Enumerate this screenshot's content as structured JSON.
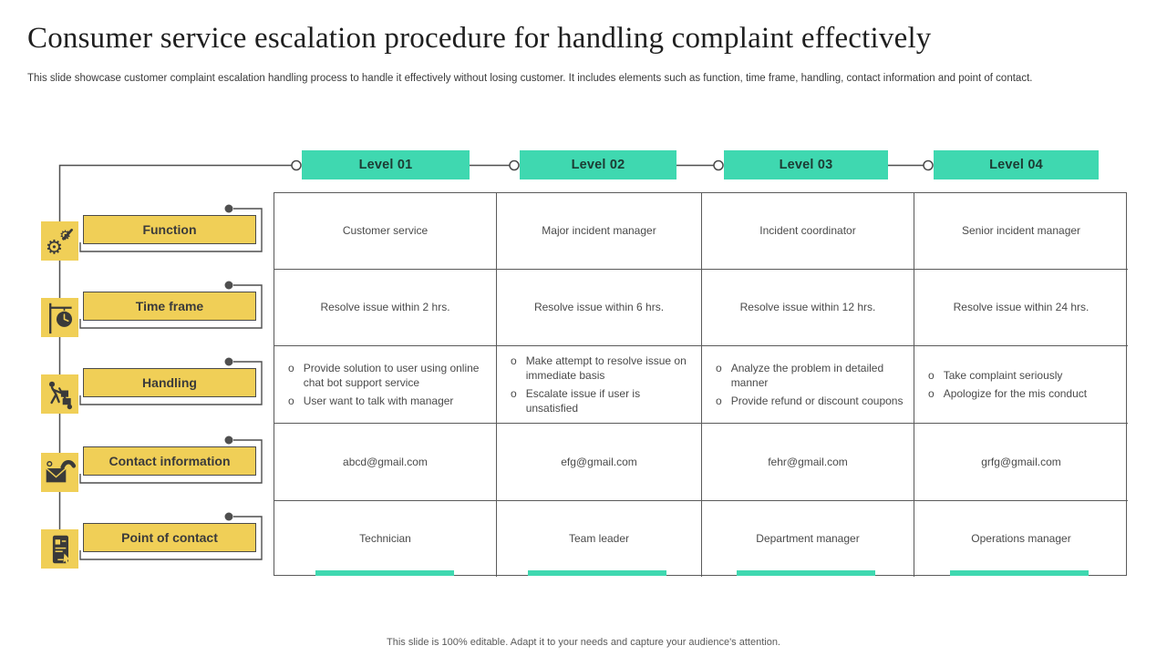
{
  "slide": {
    "title": "Consumer service escalation procedure for handling complaint effectively",
    "subtitle": "This slide showcase customer complaint escalation handling process to handle it effectively  without losing customer. It includes elements such as function, time frame, handling, contact information and point of contact.",
    "footer": "This slide is 100% editable. Adapt it to your needs and capture your audience's attention."
  },
  "colors": {
    "teal_accent": "#3FD8B0",
    "yellow_accent": "#F0CF57",
    "connector_line": "#4f4f4f",
    "table_border": "#5a5a5a",
    "cell_text": "#4a4a4a",
    "level_text": "#1c3b33"
  },
  "levels": [
    {
      "label": "Level 01"
    },
    {
      "label": "Level 02"
    },
    {
      "label": "Level 03"
    },
    {
      "label": "Level 04"
    }
  ],
  "row_labels": [
    {
      "label": "Function",
      "icon": "gears-icon"
    },
    {
      "label": "Time frame",
      "icon": "hanging-clock-icon"
    },
    {
      "label": "Handling",
      "icon": "hand-truck-icon"
    },
    {
      "label": "Contact information",
      "icon": "mail-phone-icon"
    },
    {
      "label": "Point of contact",
      "icon": "phone-contact-icon"
    }
  ],
  "table": {
    "bullet_char": "o",
    "function_row": [
      "Customer service",
      "Major incident manager",
      "Incident coordinator",
      "Senior incident manager"
    ],
    "timeframe_row": [
      "Resolve  issue within 2 hrs.",
      "Resolve  issue within 6 hrs.",
      "Resolve  issue within 12 hrs.",
      "Resolve  issue within 24 hrs."
    ],
    "handling_row": [
      [
        "Provide  solution to user using online chat bot support service",
        "User want to talk with manager"
      ],
      [
        "Make attempt to resolve  issue on immediate basis",
        "Escalate issue if user is unsatisfied"
      ],
      [
        "Analyze the problem in detailed manner",
        "Provide  refund or discount coupons"
      ],
      [
        "Take complaint seriously",
        "Apologize for the mis conduct"
      ]
    ],
    "contact_row": [
      "abcd@gmail.com",
      "efg@gmail.com",
      "fehr@gmail.com",
      "grfg@gmail.com"
    ],
    "poc_row": [
      "Technician",
      "Team leader",
      "Department manager",
      "Operations manager"
    ]
  }
}
